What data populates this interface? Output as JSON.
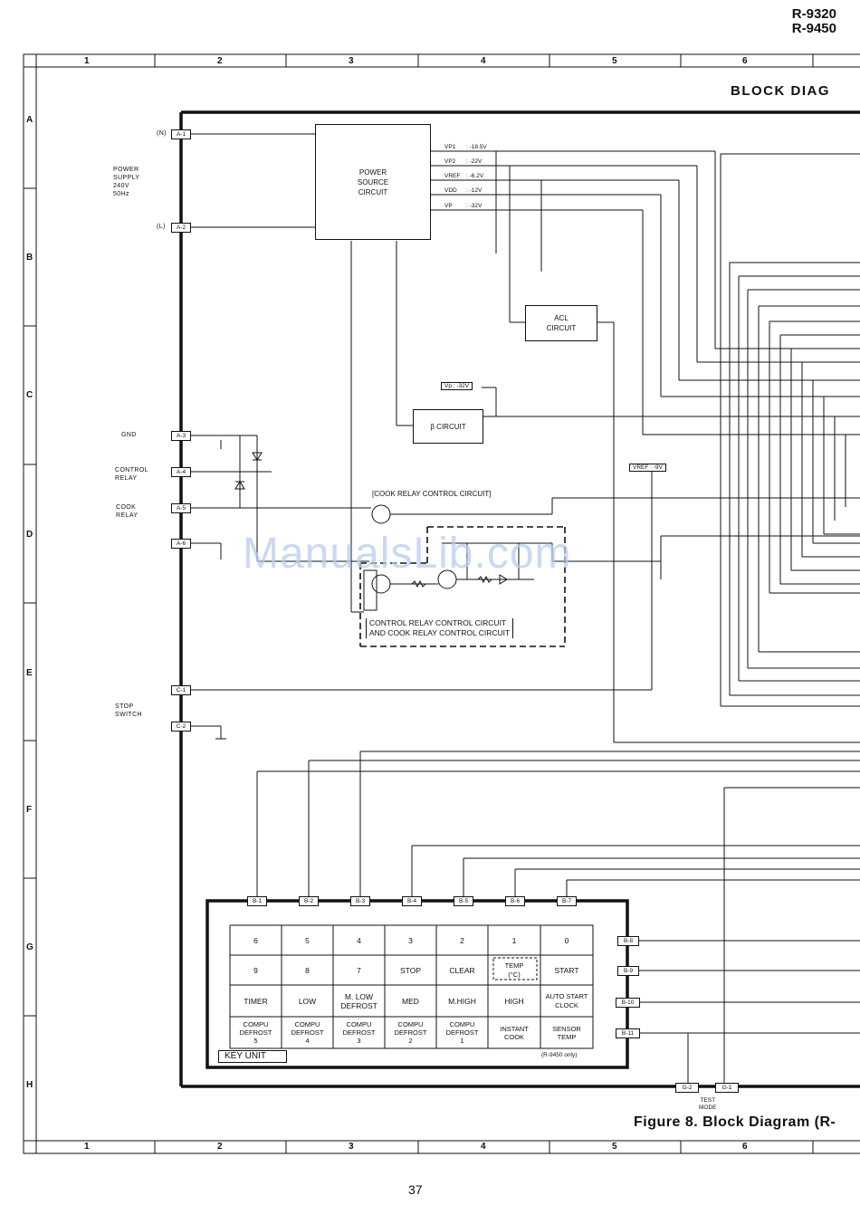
{
  "header": {
    "model_1": "R-9320",
    "model_2": "R-9450"
  },
  "page": {
    "title": "BLOCK DIAG",
    "caption": "Figure 8. Block Diagram (R-",
    "page_number": "37",
    "watermark": "ManualsLib.com"
  },
  "grid": {
    "columns": [
      "1",
      "2",
      "3",
      "4",
      "5",
      "6"
    ],
    "rows": [
      "A",
      "B",
      "C",
      "D",
      "E",
      "F",
      "G",
      "H"
    ]
  },
  "inputs": {
    "power_supply": [
      "POWER",
      "SUPPLY",
      "240V",
      "50Hz"
    ],
    "gnd": "GND",
    "control_relay": [
      "CONTROL",
      "RELAY"
    ],
    "cook_relay": [
      "COOK",
      "RELAY"
    ],
    "stop_switch": [
      "STOP",
      "SWITCH"
    ],
    "n_mark": "(N)",
    "l_mark": "(L)"
  },
  "pins": {
    "a1": "A-1",
    "a2": "A-2",
    "a3": "A-3",
    "a4": "A-4",
    "a5": "A-5",
    "a6": "A-6",
    "c1": "C-1",
    "c2": "C-2",
    "b1": "B-1",
    "b2": "B-2",
    "b3": "B-3",
    "b4": "B-4",
    "b5": "B-5",
    "b6": "B-6",
    "b7": "B-7",
    "b8": "B-8",
    "b9": "B-9",
    "b10": "B-10",
    "b11": "B-11",
    "g1": "G-1",
    "g2": "G-2"
  },
  "blocks": {
    "power_source": [
      "POWER",
      "SOURCE",
      "CIRCUIT"
    ],
    "acl": [
      "ACL",
      "CIRCUIT"
    ],
    "beta": "β  CIRCUIT",
    "cook_relay_ctrl": "[COOK RELAY CONTROL CIRCUIT]",
    "control_relay_ctrl_1": "CONTROL RELAY CONTROL CIRCUIT",
    "control_relay_ctrl_2": "AND COOK RELAY CONTROL CIRCUIT"
  },
  "voltages": {
    "vp1": "VP1",
    "vp1_val": ": -18.5V",
    "vp2": "VP2",
    "vp2_val": ": -22V",
    "vref": "VREF",
    "vref_val": ": -6.2V",
    "vdd": "VDD",
    "vdd_val": ": -12V",
    "vp": "VP",
    "vp_val": ": -32V",
    "vp_tag": "Vp : -32V",
    "vref_tag": "VREF : -9V"
  },
  "key_unit": {
    "label": "KEY UNIT",
    "note": "(R-9450 only)",
    "test_mode": [
      "TEST",
      "MODE"
    ],
    "rows": [
      [
        "6",
        "5",
        "4",
        "3",
        "2",
        "1",
        "0"
      ],
      [
        "9",
        "8",
        "7",
        "STOP",
        "CLEAR",
        "TEMP\n(°C)",
        "START"
      ],
      [
        "TIMER",
        "LOW",
        "M. LOW\nDEFROST",
        "MED",
        "M.HIGH",
        "HIGH",
        "AUTO START\nCLOCK"
      ],
      [
        "COMPU\nDEFROST\n5",
        "COMPU\nDEFROST\n4",
        "COMPU\nDEFROST\n3",
        "COMPU\nDEFROST\n2",
        "COMPU\nDEFROST\n1",
        "INSTANT\nCOOK",
        "SENSOR\nTEMP"
      ]
    ]
  }
}
